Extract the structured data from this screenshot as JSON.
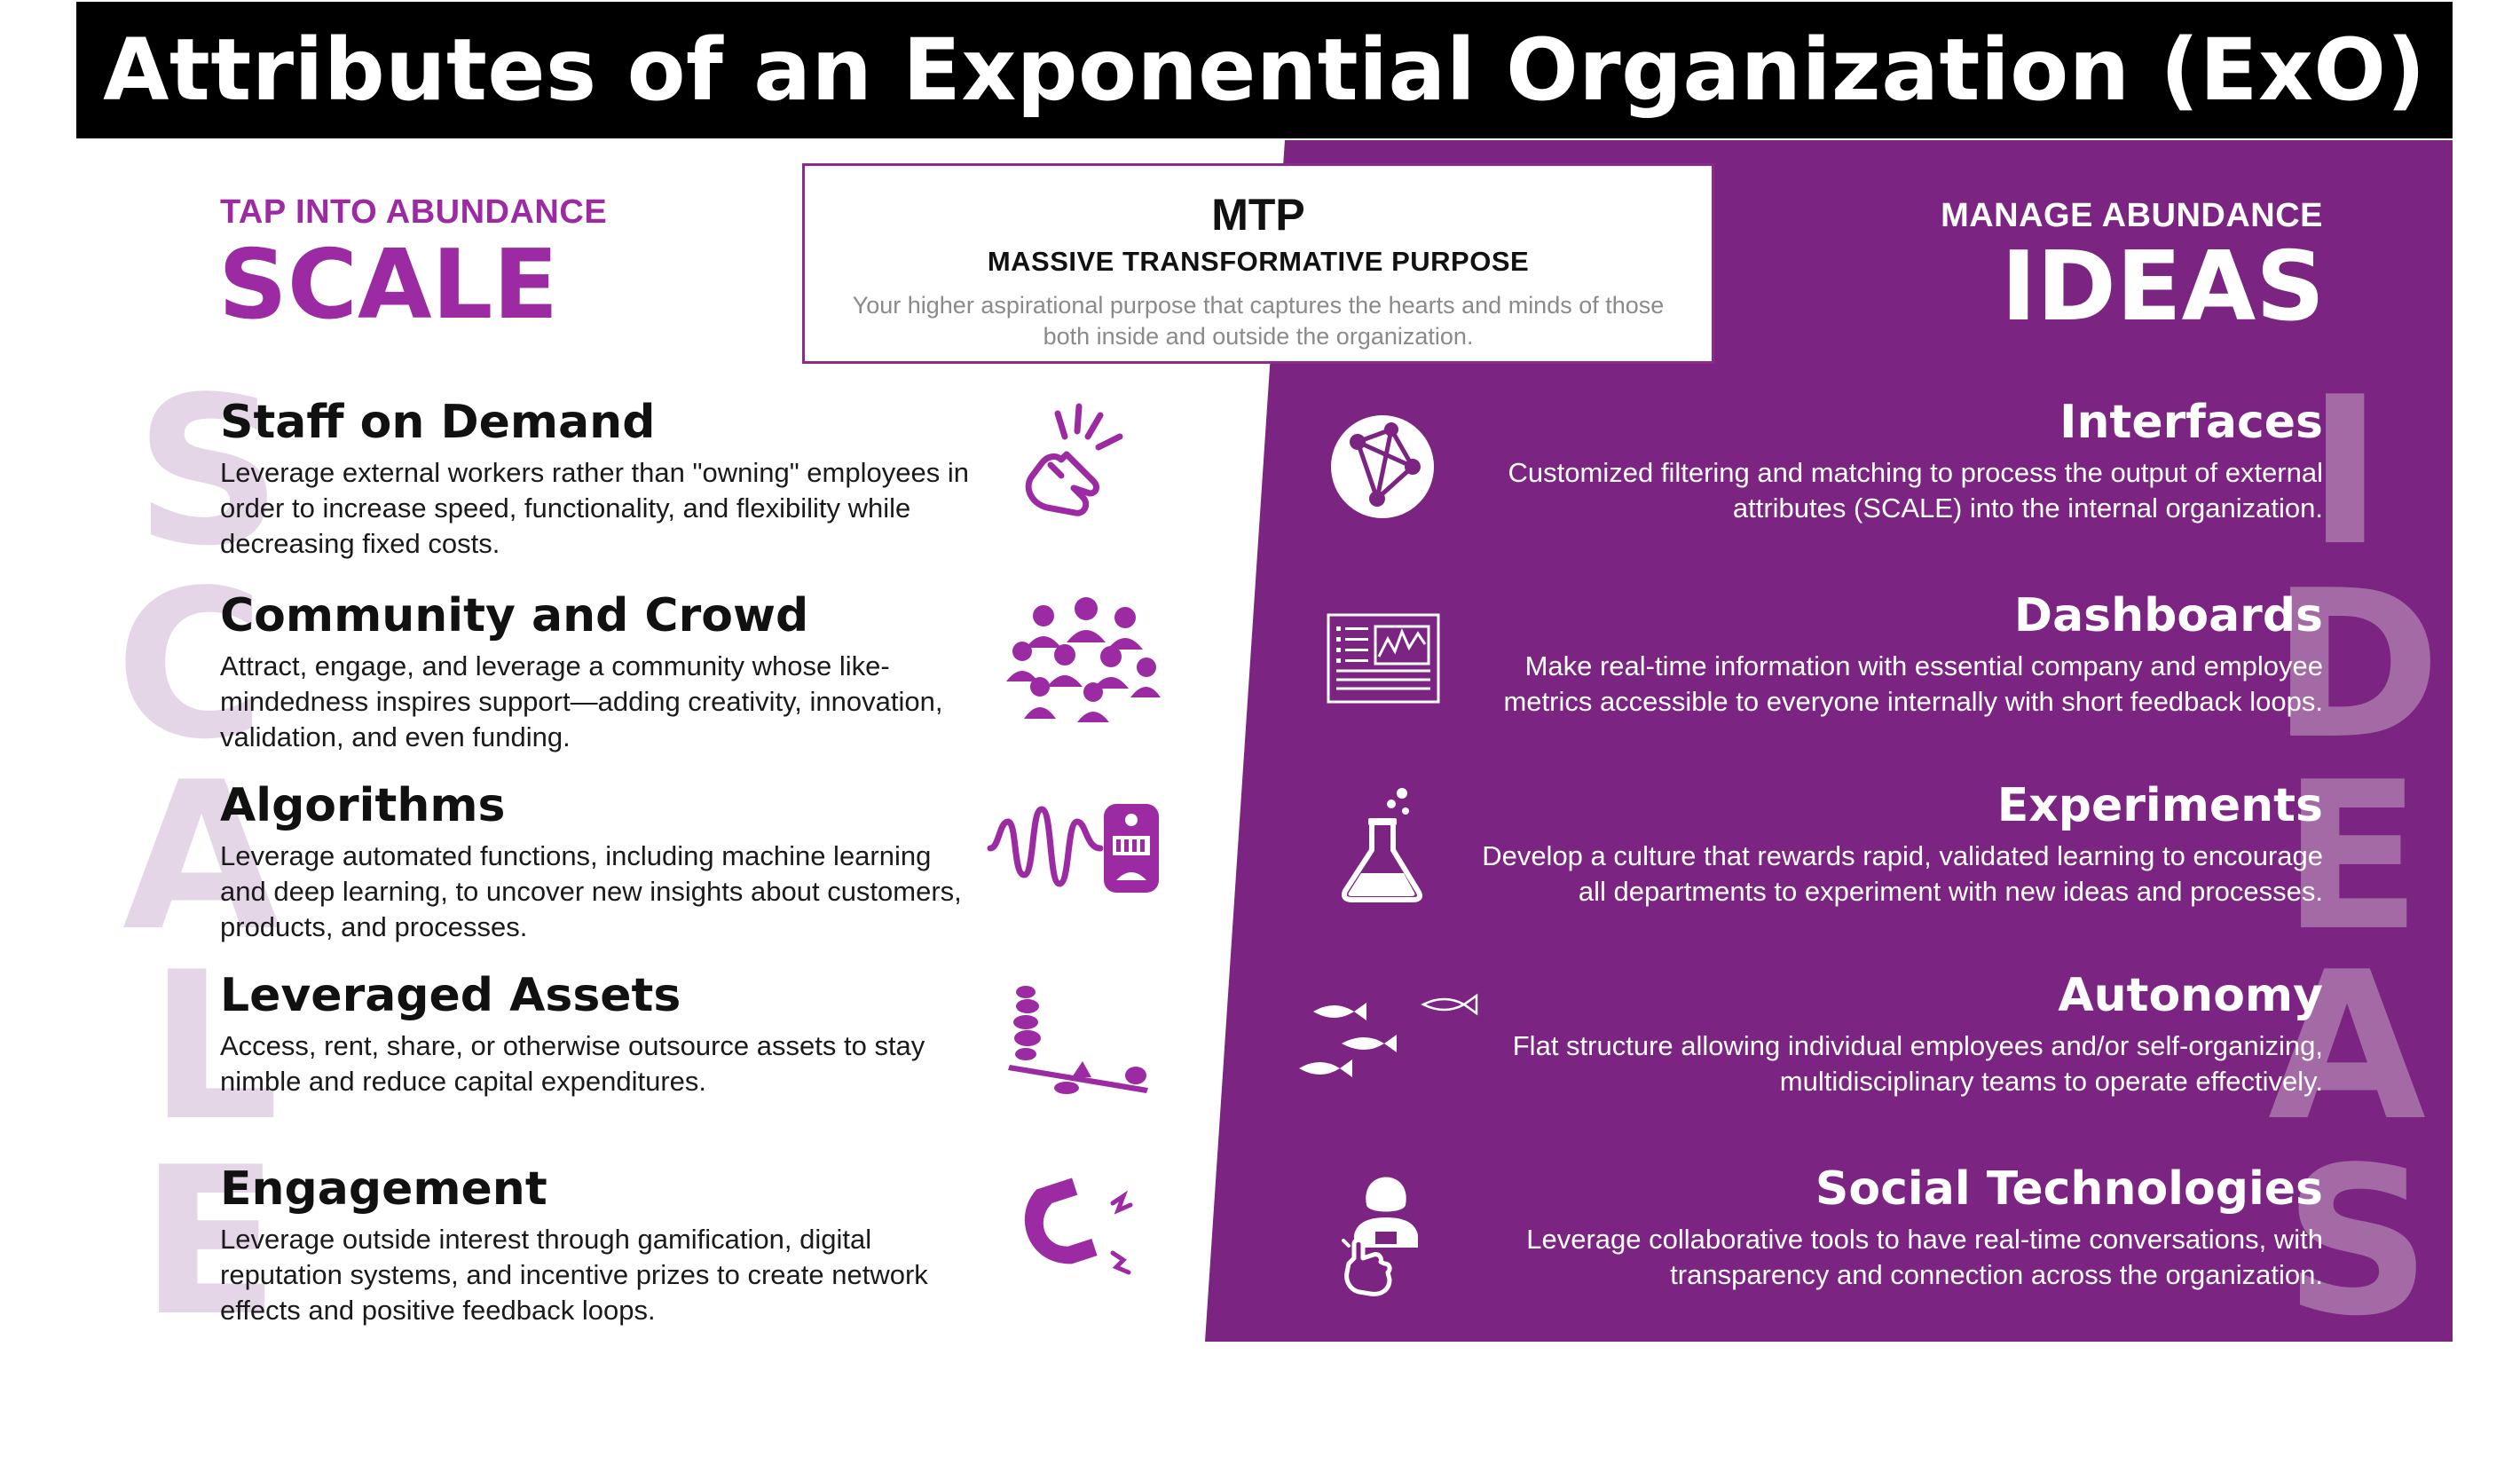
{
  "title": "Attributes of an Exponential Organization (ExO)",
  "colors": {
    "purple_panel": "#7b2481",
    "purple_accent": "#9b2aa3",
    "watermark_left": "#e4d6e6",
    "watermark_right": "#a46aa6",
    "title_bar": "#000000"
  },
  "scale": {
    "kicker": "TAP INTO ABUNDANCE",
    "heading": "SCALE",
    "watermark_letters": [
      "S",
      "C",
      "A",
      "L",
      "E"
    ],
    "items": [
      {
        "title": "Staff on Demand",
        "desc": "Leverage external workers rather than \"owning\" employees in order to increase speed, functionality, and flexibility while decreasing fixed costs.",
        "icon": "pointing-hand-icon"
      },
      {
        "title": "Community and Crowd",
        "desc": "Attract, engage, and leverage a community whose like-mindedness inspires support—adding creativity, innovation, validation, and even funding.",
        "icon": "crowd-icon"
      },
      {
        "title": "Algorithms",
        "desc": "Leverage automated functions, including machine learning and deep learning, to uncover new insights about customers, products, and processes.",
        "icon": "waveform-machine-icon"
      },
      {
        "title": "Leveraged Assets",
        "desc": "Access, rent, share, or otherwise outsource assets to stay nimble and reduce capital expenditures.",
        "icon": "lever-stones-icon"
      },
      {
        "title": "Engagement",
        "desc": "Leverage outside interest through gamification, digital reputation systems, and incentive prizes to create network effects and positive feedback loops.",
        "icon": "magnet-icon"
      }
    ]
  },
  "mtp": {
    "title": "MTP",
    "subtitle": "MASSIVE TRANSFORMATIVE PURPOSE",
    "desc": "Your higher aspirational purpose that captures the hearts and minds of those both inside and outside the organization."
  },
  "ideas": {
    "kicker": "MANAGE ABUNDANCE",
    "heading": "IDEAS",
    "watermark_letters": [
      "I",
      "D",
      "E",
      "A",
      "S"
    ],
    "items": [
      {
        "title": "Interfaces",
        "desc": "Customized filtering and matching to process the output of external attributes (SCALE) into the internal organization.",
        "icon": "network-circle-icon"
      },
      {
        "title": "Dashboards",
        "desc": "Make real-time information with essential company and employee metrics accessible to everyone internally with short feedback loops.",
        "icon": "dashboard-icon"
      },
      {
        "title": "Experiments",
        "desc": "Develop a culture that rewards rapid, validated learning to encourage all departments to experiment with new ideas and processes.",
        "icon": "flask-icon"
      },
      {
        "title": "Autonomy",
        "desc": "Flat structure allowing individual employees and/or self-organizing, multidisciplinary teams to operate effectively.",
        "icon": "fish-school-icon"
      },
      {
        "title": "Social Technologies",
        "desc": "Leverage collaborative tools to have real-time conversations, with transparency and connection across the organization.",
        "icon": "person-touch-icon"
      }
    ]
  }
}
